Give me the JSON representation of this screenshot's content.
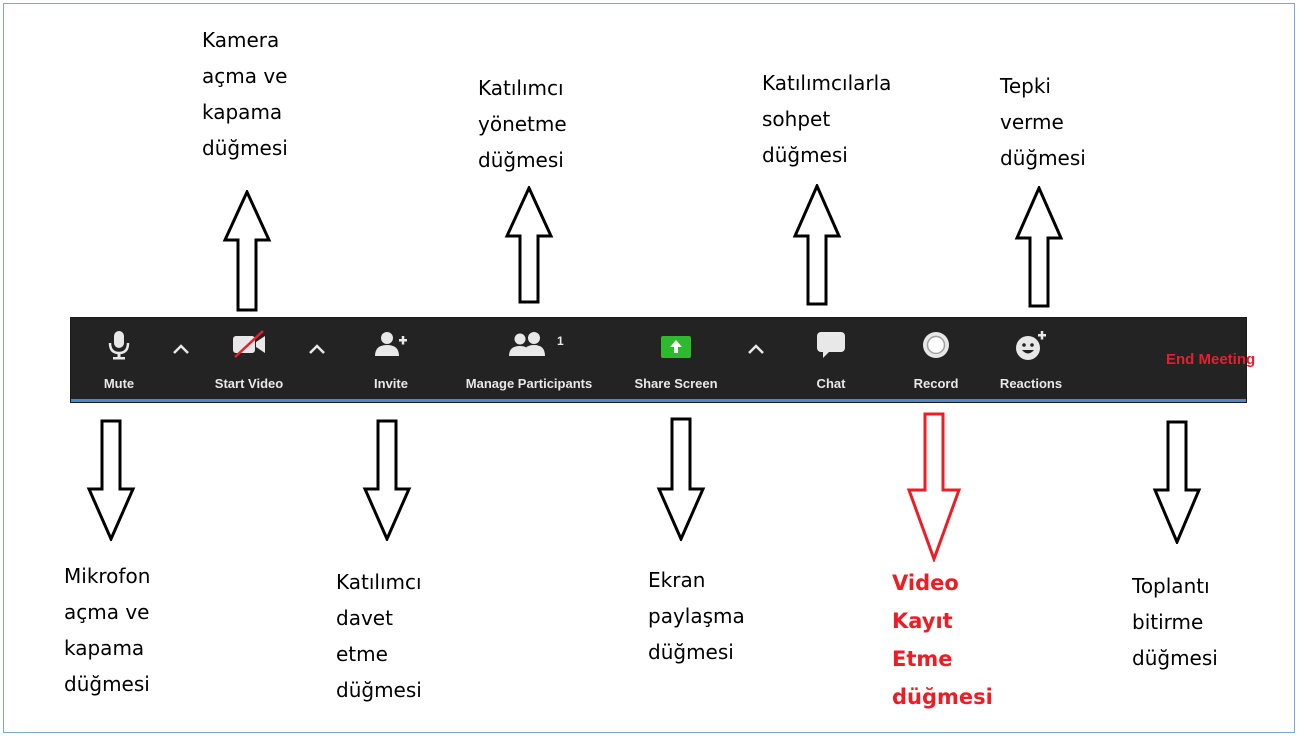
{
  "toolbar": {
    "mute": "Mute",
    "start_video": "Start Video",
    "invite": "Invite",
    "manage_participants": "Manage Participants",
    "participants_count": "1",
    "share_screen": "Share Screen",
    "chat": "Chat",
    "record": "Record",
    "reactions": "Reactions",
    "end_meeting": "End Meeting"
  },
  "annotations_top": {
    "camera": "Kamera\naçma ve\nkapama\ndüğmesi",
    "participants": "Katılımcı\nyönetme\ndüğmesi",
    "chat": "Katılımcılarla\nsohpet\ndüğmesi",
    "reactions": "Tepki\nverme\ndüğmesi"
  },
  "annotations_bottom": {
    "mic": "Mikrofon\naçma ve\nkapama\ndüğmesi",
    "invite": "Katılımcı\ndavet\netme\ndüğmesi",
    "share": "Ekran\npaylaşma\ndüğmesi",
    "record": "Video\nKayıt\nEtme\ndüğmesi",
    "end": "Toplantı\nbitirme\ndüğmesi"
  },
  "colors": {
    "toolbar_bg": "#232323",
    "share_green": "#2dbb2d",
    "end_red": "#e5202e",
    "highlight_red": "#ee1c24",
    "frame_blue": "#7fa7d8"
  },
  "icons": [
    "microphone-icon",
    "video-camera-off-icon",
    "add-user-icon",
    "participants-icon",
    "share-screen-icon",
    "chat-bubble-icon",
    "record-icon",
    "reactions-icon",
    "chevron-up-icon"
  ]
}
